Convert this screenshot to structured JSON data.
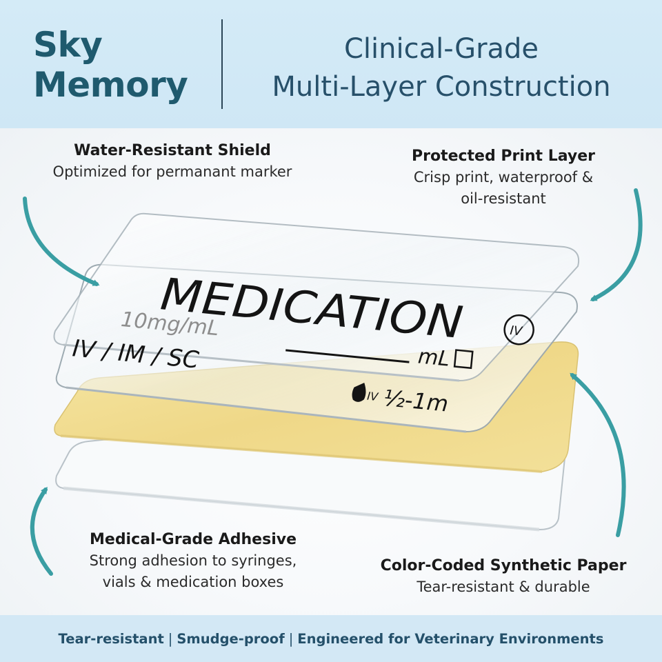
{
  "header": {
    "brand_line1": "Sky",
    "brand_line2": "Memory",
    "headline_line1": "Clinical-Grade",
    "headline_line2": "Multi-Layer Construction"
  },
  "callouts": {
    "shield": {
      "title": "Water-Resistant Shield",
      "desc": "Optimized for permanant marker"
    },
    "print": {
      "title": "Protected Print Layer",
      "desc_line1": "Crisp print, waterproof &",
      "desc_line2": "oil-resistant"
    },
    "adhesive": {
      "title": "Medical-Grade Adhesive",
      "desc_line1": "Strong adhesion to syringes,",
      "desc_line2": "vials & medication boxes"
    },
    "paper": {
      "title": "Color-Coded Synthetic Paper",
      "desc": "Tear-resistant & durable"
    }
  },
  "label": {
    "title": "MEDICATION",
    "concentration": "10mg/mL",
    "routes": "IV / IM / SC",
    "unit": "mL",
    "badge": "IV",
    "dose_route": "IV",
    "dose": "½-1m"
  },
  "footer": {
    "item1": "Tear-resistant",
    "item2": "Smudge-proof",
    "item3": "Engineered for Veterinary Environments"
  },
  "colors": {
    "header_bg": "#d4ebf7",
    "brand": "#1f5a6e",
    "arrow": "#3a9ea3",
    "paper_layer": "#f1dc8e",
    "footer_text": "#24506a"
  },
  "icons": [
    "curved-arrow-icon",
    "drop-icon",
    "checkbox-icon"
  ]
}
